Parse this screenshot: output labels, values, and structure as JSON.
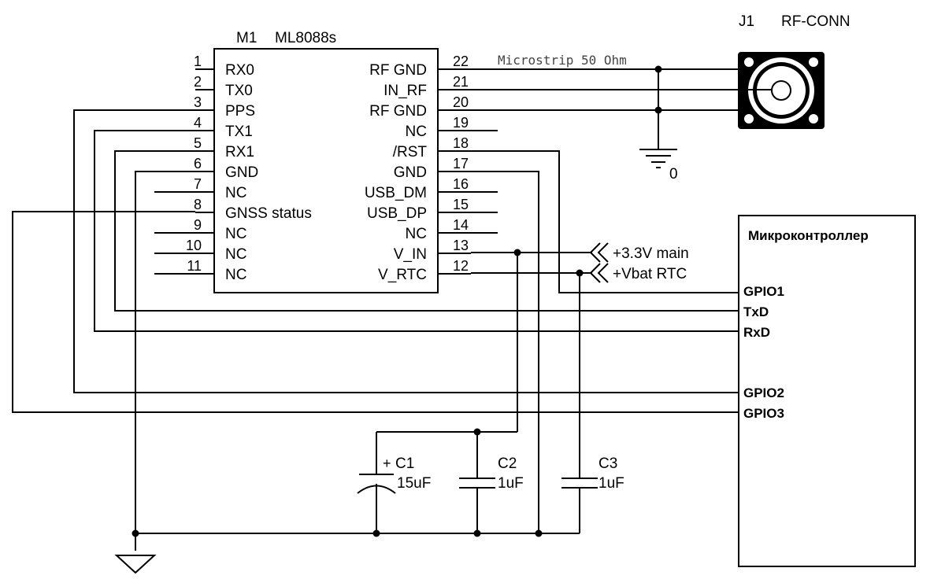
{
  "module": {
    "ref": "M1",
    "part": "ML8088s",
    "left_pins": [
      {
        "num": "1",
        "name": "RX0"
      },
      {
        "num": "2",
        "name": "TX0"
      },
      {
        "num": "3",
        "name": "PPS"
      },
      {
        "num": "4",
        "name": "TX1"
      },
      {
        "num": "5",
        "name": "RX1"
      },
      {
        "num": "6",
        "name": "GND"
      },
      {
        "num": "7",
        "name": "NC"
      },
      {
        "num": "8",
        "name": "GNSS status"
      },
      {
        "num": "9",
        "name": "NC"
      },
      {
        "num": "10",
        "name": "NC"
      },
      {
        "num": "11",
        "name": "NC"
      }
    ],
    "right_pins": [
      {
        "num": "22",
        "name": "RF GND"
      },
      {
        "num": "21",
        "name": "IN_RF"
      },
      {
        "num": "20",
        "name": "RF GND"
      },
      {
        "num": "19",
        "name": "NC"
      },
      {
        "num": "18",
        "name": "/RST"
      },
      {
        "num": "17",
        "name": "GND"
      },
      {
        "num": "16",
        "name": "USB_DM"
      },
      {
        "num": "15",
        "name": "USB_DP"
      },
      {
        "num": "14",
        "name": "NC"
      },
      {
        "num": "13",
        "name": "V_IN"
      },
      {
        "num": "12",
        "name": "V_RTC"
      }
    ]
  },
  "connector": {
    "ref": "J1",
    "part": "RF-CONN"
  },
  "microstrip_label": "Microstrip 50 Ohm",
  "rf_ground_label": "0",
  "power_ports": [
    {
      "name": "+3.3V main"
    },
    {
      "name": "+Vbat RTC"
    }
  ],
  "mcu": {
    "title": "Микроконтроллер",
    "pins": [
      "GPIO1",
      "TxD",
      "RxD",
      "GPIO2",
      "GPIO3"
    ]
  },
  "capacitors": [
    {
      "ref": "C1",
      "value": "15uF",
      "polarized_mark": "+"
    },
    {
      "ref": "C2",
      "value": "1uF"
    },
    {
      "ref": "C3",
      "value": "1uF"
    }
  ]
}
